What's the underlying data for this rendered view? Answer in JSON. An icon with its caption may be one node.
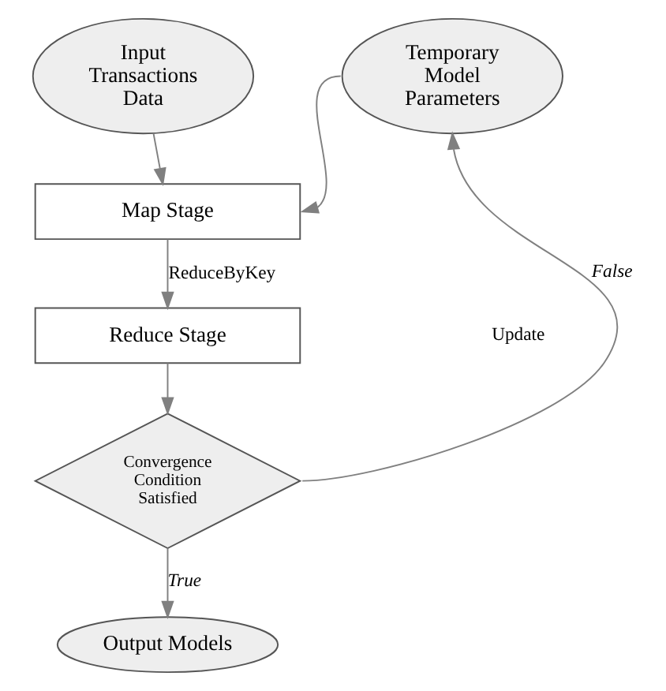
{
  "diagram": {
    "nodes": [
      {
        "text": [
          "Input Transactions Data"
        ]
      },
      {
        "text": [
          "Temporary Model Parameters"
        ]
      },
      {
        "text": [
          "Map Stage"
        ]
      },
      {
        "text": [
          "Reduce Stage"
        ]
      },
      {
        "text": [
          "Convergence Condition Satisfied"
        ]
      },
      {
        "text": [
          "Output Models"
        ]
      }
    ],
    "edges": [
      {
        "from": 0,
        "to": 2,
        "arrow": "to"
      },
      {
        "from": 1,
        "to": 2,
        "arrow": "to"
      },
      {
        "from": 2,
        "to": 3,
        "arrow": "to",
        "label": "ReduceByKey"
      },
      {
        "from": 3,
        "to": 4,
        "arrow": "to"
      },
      {
        "from": 4,
        "to": 1,
        "arrow": "to",
        "label": "False"
      },
      {
        "from": 4,
        "to": 5,
        "arrow": "to",
        "label": "True"
      }
    ],
    "labels": [
      "Update"
    ]
  }
}
